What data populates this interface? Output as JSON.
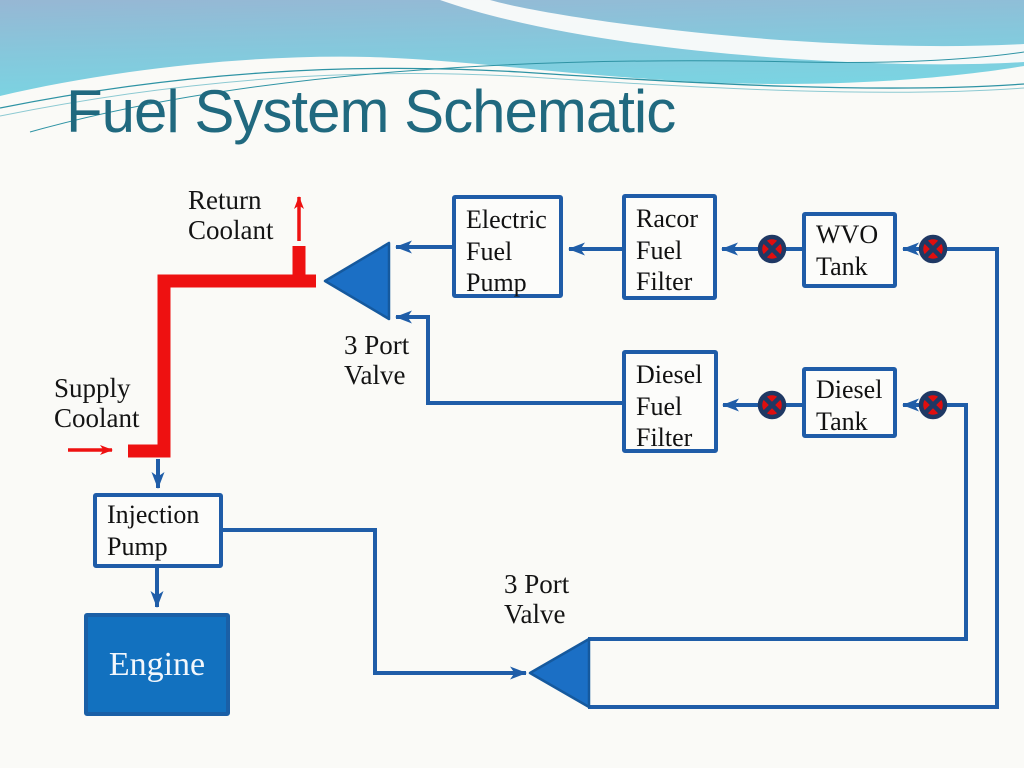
{
  "slide": {
    "title": "Fuel System Schematic"
  },
  "diagram": {
    "boxes": {
      "electric_fuel_pump": "Electric\nFuel\nPump",
      "racor_fuel_filter": "Racor\nFuel\nFilter",
      "wvo_tank": "WVO\nTank",
      "diesel_fuel_filter": "Diesel\nFuel\nFilter",
      "diesel_tank": "Diesel\nTank",
      "injection_pump": "Injection\nPump",
      "engine": "Engine"
    },
    "labels": {
      "return_coolant": "Return\nCoolant",
      "supply_coolant": "Supply\nCoolant",
      "three_port_valve_top": "3 Port\nValve",
      "three_port_valve_bottom": "3 Port\nValve"
    }
  },
  "colors": {
    "title_teal": "#20697F",
    "line_blue": "#1F5DA8",
    "box_border_blue": "#1F5CA8",
    "engine_fill_blue": "#1271BF",
    "triangle_fill_blue": "#1B6FC5",
    "valve_red": "#E00E0E",
    "valve_navy": "#1F3864",
    "coolant_red": "#EE1111",
    "header_sky_top": "#97B7D4",
    "header_sky_bottom": "#7AD4E2"
  }
}
